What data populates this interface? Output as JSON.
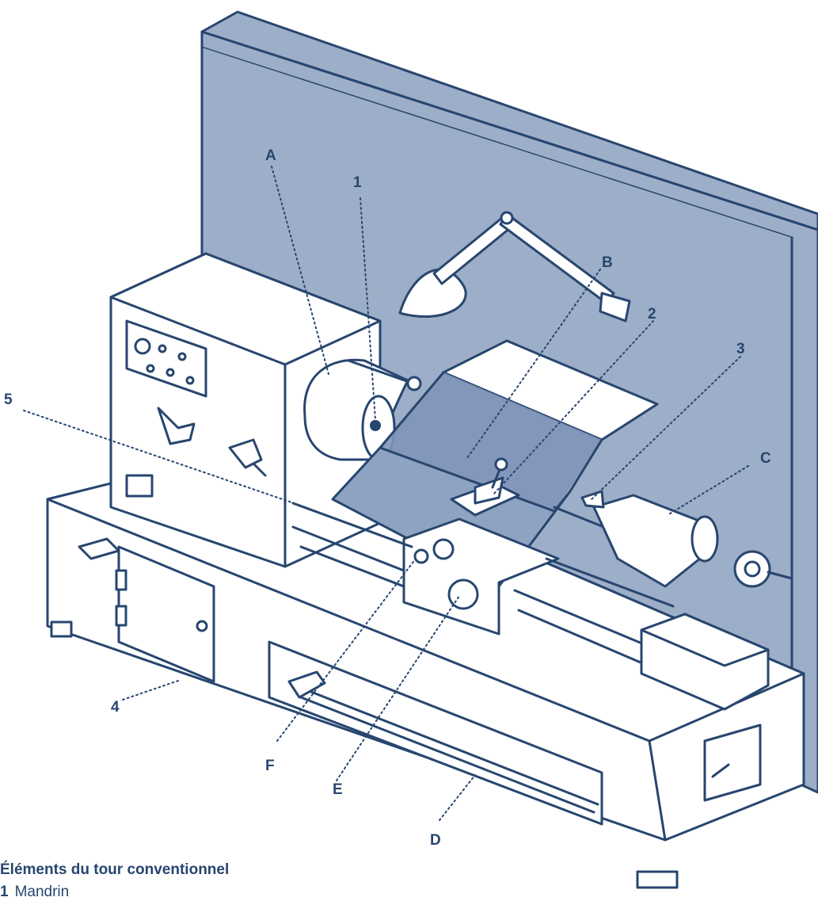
{
  "labels": {
    "A": "A",
    "B": "B",
    "C": "C",
    "D": "D",
    "E": "E",
    "F": "F",
    "n1": "1",
    "n2": "2",
    "n3": "3",
    "n4": "4",
    "n5": "5"
  },
  "legend": {
    "title": "Éléments du tour conventionnel",
    "items": [
      {
        "number": "1",
        "text": "Mandrin"
      }
    ]
  },
  "colors": {
    "line": "#27466f",
    "wall": "#9daec8",
    "panel": "#ffffff",
    "shield": "#7f95b8"
  },
  "icons": [
    "lathe-illustration",
    "work-lamp-icon"
  ]
}
